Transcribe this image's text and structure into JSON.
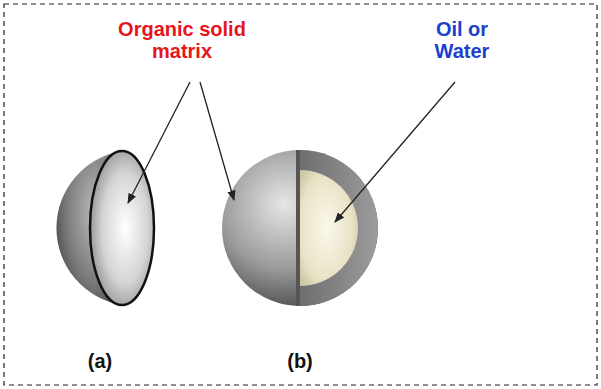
{
  "diagram": {
    "labels": [
      "Organic solid matrix",
      "Oil or Water",
      "(a)",
      "(b)"
    ]
  }
}
